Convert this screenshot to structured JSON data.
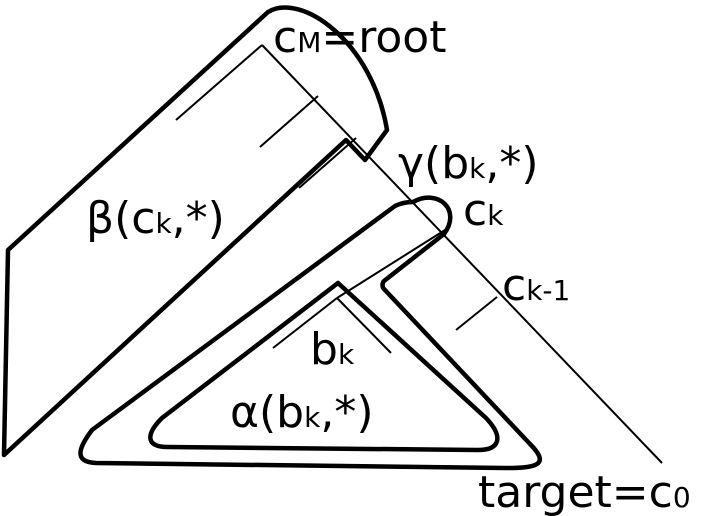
{
  "diagram": {
    "colors": {
      "stroke": "#000000",
      "background": "#ffffff"
    },
    "labels": {
      "cm_base": "c",
      "cm_sub": "M",
      "cm_rest": "=root",
      "gamma_open": "γ(b",
      "gamma_sub": "k",
      "gamma_close": ",*)",
      "beta_open": "β(c",
      "beta_sub": "k",
      "beta_close": ",*)",
      "ck_base": "c",
      "ck_sub": "k",
      "ckm1_base": "c",
      "ckm1_sub": "k-1",
      "bk_base": "b",
      "bk_sub": "k",
      "alpha_open": "α(b",
      "alpha_sub": "k",
      "alpha_close": ",*)",
      "target_text": "target=c",
      "target_sub": "0"
    }
  }
}
